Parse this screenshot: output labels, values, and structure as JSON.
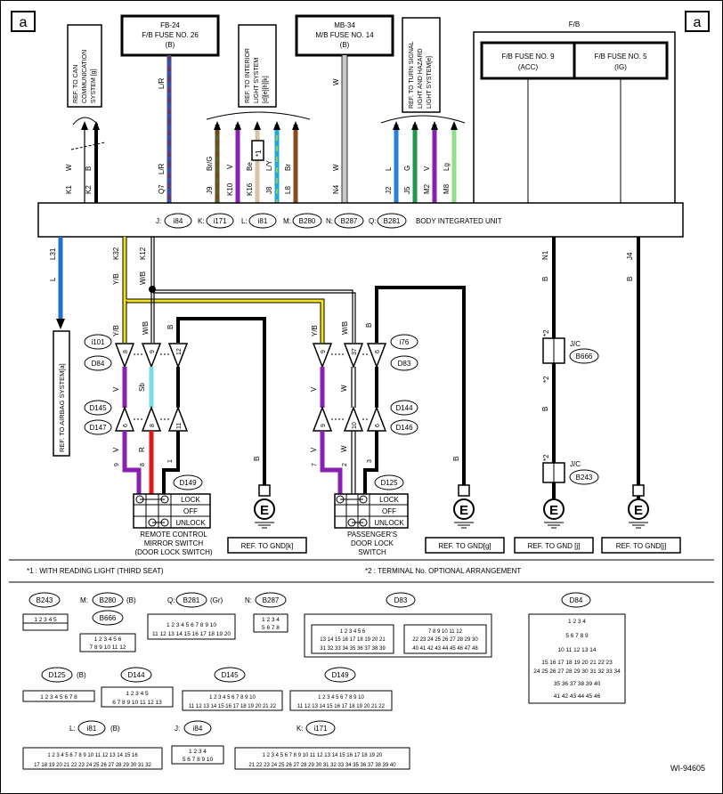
{
  "corner_label": "a",
  "fuses": {
    "fb24": {
      "line1": "FB-24",
      "line2": "F/B FUSE NO. 26",
      "line3": "(B)"
    },
    "mb34": {
      "line1": "MB-34",
      "line2": "M/B FUSE NO. 14",
      "line3": "(B)"
    },
    "fb_box_label": "F/B",
    "fb9": {
      "line1": "F/B FUSE NO. 9",
      "line2": "(ACC)"
    },
    "fb5": {
      "line1": "F/B FUSE NO. 5",
      "line2": "(IG)"
    }
  },
  "refs": {
    "can": [
      "REF. TO CAN",
      "COMMUNICATION",
      "SYSTEM [g]"
    ],
    "interior": [
      "REF. TO INTERIOR",
      "LIGHT SYSTEM",
      "[d][e][h][k]"
    ],
    "turn": [
      "REF. TO TURN SIGNAL",
      "LIGHT AND HAZARD",
      "LIGHT SYSTEM[e]"
    ],
    "airbag": "REF. TO AIRBAG SYSTEM[a]",
    "gnd_k": "REF. TO GND[k]",
    "gnd_g": "REF. TO GND[g]",
    "gnd_j1": "REF. TO GND [j]",
    "gnd_j2": "REF. TO GND[j]"
  },
  "top_wires": {
    "K1": {
      "pin": "K1",
      "color": "W"
    },
    "K2": {
      "pin": "K2",
      "color": "B"
    },
    "Q7": {
      "pin": "Q7",
      "color": "L/R"
    },
    "Q7_top": "L/R",
    "J9": {
      "pin": "J9",
      "color": "Br/G"
    },
    "K10": {
      "pin": "K10",
      "color": "V"
    },
    "K16": {
      "pin": "K16",
      "color": "Be"
    },
    "J8": {
      "pin": "J8",
      "color": "L/Y"
    },
    "L8": {
      "pin": "L8",
      "color": "Br"
    },
    "N4": {
      "pin": "N4",
      "color": "W"
    },
    "N4_top": "W",
    "J2": {
      "pin": "J2",
      "color": "L"
    },
    "J5": {
      "pin": "J5",
      "color": "G"
    },
    "M2": {
      "pin": "M2",
      "color": "V"
    },
    "M8": {
      "pin": "M8",
      "color": "Lg"
    },
    "star1": "*1"
  },
  "biu": {
    "name": "BODY INTEGRATED UNIT",
    "conns": [
      {
        "prefix": "J:",
        "id": "i84"
      },
      {
        "prefix": "K:",
        "id": "i171"
      },
      {
        "prefix": "L:",
        "id": "i81"
      },
      {
        "prefix": "M:",
        "id": "B280"
      },
      {
        "prefix": "N:",
        "id": "B287"
      },
      {
        "prefix": "Q:",
        "id": "B281"
      }
    ]
  },
  "bottom_wires": {
    "L31": {
      "pin": "L31",
      "color": "L"
    },
    "K32": {
      "pin": "K32",
      "color": "Y/B"
    },
    "K12": {
      "pin": "K12",
      "color": "W/B"
    },
    "N1": {
      "pin": "N1",
      "color": "B"
    },
    "J4": {
      "pin": "J4",
      "color": "B"
    }
  },
  "left_harness": {
    "conn_a1": "i101",
    "conn_a2": "D84",
    "conn_b1": "D145",
    "conn_b2": "D147",
    "top_colors": [
      "Y/B",
      "W/B",
      "B"
    ],
    "pins_top": [
      "8",
      "9",
      "12"
    ],
    "mid_colors": [
      "V",
      "Sb",
      ""
    ],
    "pins_bot": [
      "6",
      "8",
      "11"
    ],
    "bot_colors": [
      "V",
      "R",
      "B"
    ],
    "switch_pins": [
      "9",
      "8",
      "1"
    ],
    "switch_conn": "D149",
    "switch_name": [
      "REMOTE CONTROL",
      "MIRROR SWITCH",
      "(DOOR LOCK SWITCH)"
    ],
    "gnd_color": "B"
  },
  "right_harness": {
    "conn_a1": "i76",
    "conn_a2": "D83",
    "conn_b1": "D144",
    "conn_b2": "D146",
    "top_colors": [
      "Y/B",
      "W/B",
      "B"
    ],
    "pins_top": [
      "9",
      "37",
      "6"
    ],
    "mid_colors": [
      "V",
      "W",
      ""
    ],
    "pins_bot": [
      "9",
      "10",
      "6"
    ],
    "bot_colors": [
      "V",
      "W",
      "B"
    ],
    "switch_pins": [
      "7",
      "2",
      "3"
    ],
    "switch_conn": "D125",
    "switch_name": [
      "PASSENGER'S",
      "DOOR LOCK",
      "SWITCH"
    ],
    "gnd_color": "B"
  },
  "switch_states": [
    "LOCK",
    "OFF",
    "UNLOCK"
  ],
  "jc": {
    "label1": "J/C",
    "conn1": "B666",
    "label2": "J/C",
    "conn2": "B243",
    "star": "*2"
  },
  "notes": {
    "n1": "*1  : WITH READING LIGHT (THIRD SEAT)",
    "n2": "*2  : TERMINAL No. OPTIONAL ARRANGEMENT"
  },
  "connectors": [
    {
      "label": "B243",
      "prefix": "",
      "suffix": ""
    },
    {
      "label": "B280",
      "prefix": "M:",
      "suffix": "(B)"
    },
    {
      "label": "B666",
      "prefix": "",
      "suffix": ""
    },
    {
      "label": "B281",
      "prefix": "Q:",
      "suffix": "(Gr)"
    },
    {
      "label": "B287",
      "prefix": "N:",
      "suffix": ""
    },
    {
      "label": "D83",
      "prefix": "",
      "suffix": ""
    },
    {
      "label": "D84",
      "prefix": "",
      "suffix": ""
    },
    {
      "label": "D125",
      "prefix": "",
      "suffix": "(B)"
    },
    {
      "label": "D144",
      "prefix": "",
      "suffix": ""
    },
    {
      "label": "D145",
      "prefix": "",
      "suffix": ""
    },
    {
      "label": "D149",
      "prefix": "",
      "suffix": ""
    },
    {
      "label": "i81",
      "prefix": "L:",
      "suffix": "(B)"
    },
    {
      "label": "i84",
      "prefix": "J:",
      "suffix": ""
    },
    {
      "label": "i171",
      "prefix": "K:",
      "suffix": ""
    }
  ],
  "figure_id": "WI-94605"
}
